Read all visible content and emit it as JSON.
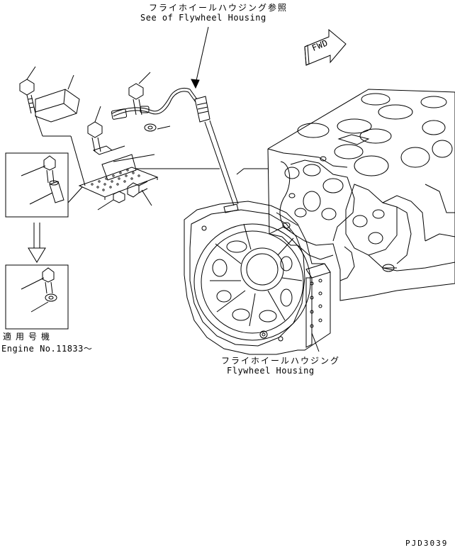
{
  "labels": {
    "see_ref_jp": "フライホイールハウジング参照",
    "see_ref_en": "See of Flywheel Housing",
    "housing_jp": "フライホイールハウジング",
    "housing_en": "Flywheel Housing",
    "applicable_jp": "適用号機",
    "engine_no": "Engine No.11833～",
    "fwd": "FWD",
    "drawing_code": "PJD3039"
  },
  "colors": {
    "line": "#000000",
    "background": "#ffffff"
  }
}
